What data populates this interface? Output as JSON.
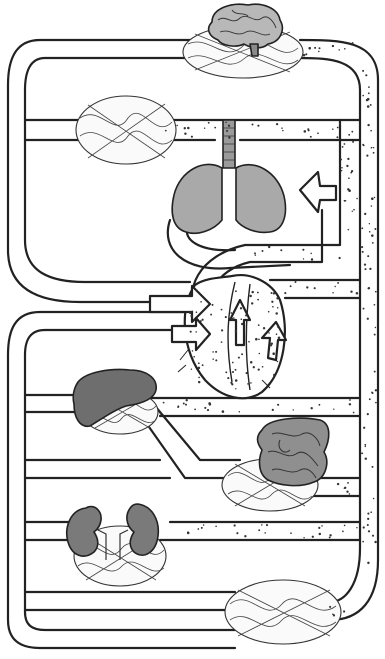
{
  "colors": {
    "outline": "#222222",
    "lung": "#a9a9a9",
    "brain": "#b8b8b8",
    "liver": "#6e6e6e",
    "kidney": "#7a7a7a",
    "intestine": "#8f8f8f",
    "blood_dots": "#333333",
    "background": "#ffffff"
  },
  "organs": [
    "brain",
    "lungs",
    "trachea",
    "heart",
    "liver",
    "intestines",
    "kidneys"
  ],
  "capillary_beds": [
    "head",
    "upper-body",
    "liver",
    "digestive",
    "kidney",
    "lower-body"
  ]
}
